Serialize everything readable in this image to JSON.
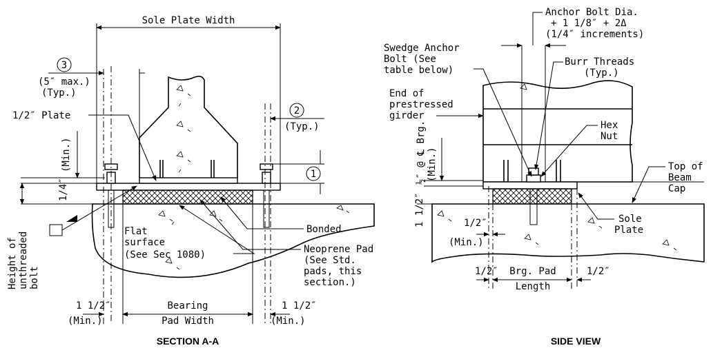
{
  "section_a": {
    "caption": "SECTION A-A",
    "sole_plate_width": "Sole Plate Width",
    "callout_3": "3",
    "five_max": "(5″ max.)",
    "typ_a": "(Typ.)",
    "half_plate": "1/2″ Plate",
    "callout_2": "2",
    "typ_b": "(Typ.)",
    "min_vert": "(Min.)",
    "callout_1": "1",
    "quarter": "1/4″",
    "height_unthreaded_1": "Height of",
    "height_unthreaded_2": "unthreaded",
    "height_unthreaded_3": "bolt",
    "bonded": "Bonded",
    "flat_1": "Flat",
    "flat_2": "surface",
    "flat_3": "(See Sec 1080)",
    "neo_1": "Neoprene Pad",
    "neo_2": "(See Std.",
    "neo_3": "pads, this",
    "neo_4": "section.)",
    "left_dim": "1 1/2″",
    "left_min": "(Min.)",
    "bearing_1": "Bearing",
    "bearing_2": "Pad Width",
    "right_dim": "1 1/2″",
    "right_min": "(Min.)"
  },
  "side_view": {
    "caption": "SIDE VIEW",
    "anchor_1": "Anchor Bolt Dia.",
    "anchor_2": "+ 1 1/8″ + 2Δ",
    "anchor_3": "(1/4″ increments)",
    "swedge_1": "Swedge Anchor",
    "swedge_2": "Bolt (See",
    "swedge_3": "table below)",
    "burr_1": "Burr Threads",
    "burr_2": "(Typ.)",
    "end_1": "End of",
    "end_2": "prestressed",
    "end_3": "girder",
    "hex_1": "Hex",
    "hex_2": "Nut",
    "brg_vert_1": "½″ @ ℄ Brg.",
    "brg_vert_2": "(Min.)",
    "top_1": "Top of",
    "top_2": "Beam",
    "top_3": "Cap",
    "vert_15": "1 1/2″",
    "sole_1": "Sole",
    "sole_2": "Plate",
    "half_inner": "1/2″",
    "min_inner": "(Min.)",
    "half_left": "1/2″",
    "brg_pad_1": "Brg. Pad",
    "brg_pad_2": "Length",
    "half_right": "1/2″"
  }
}
